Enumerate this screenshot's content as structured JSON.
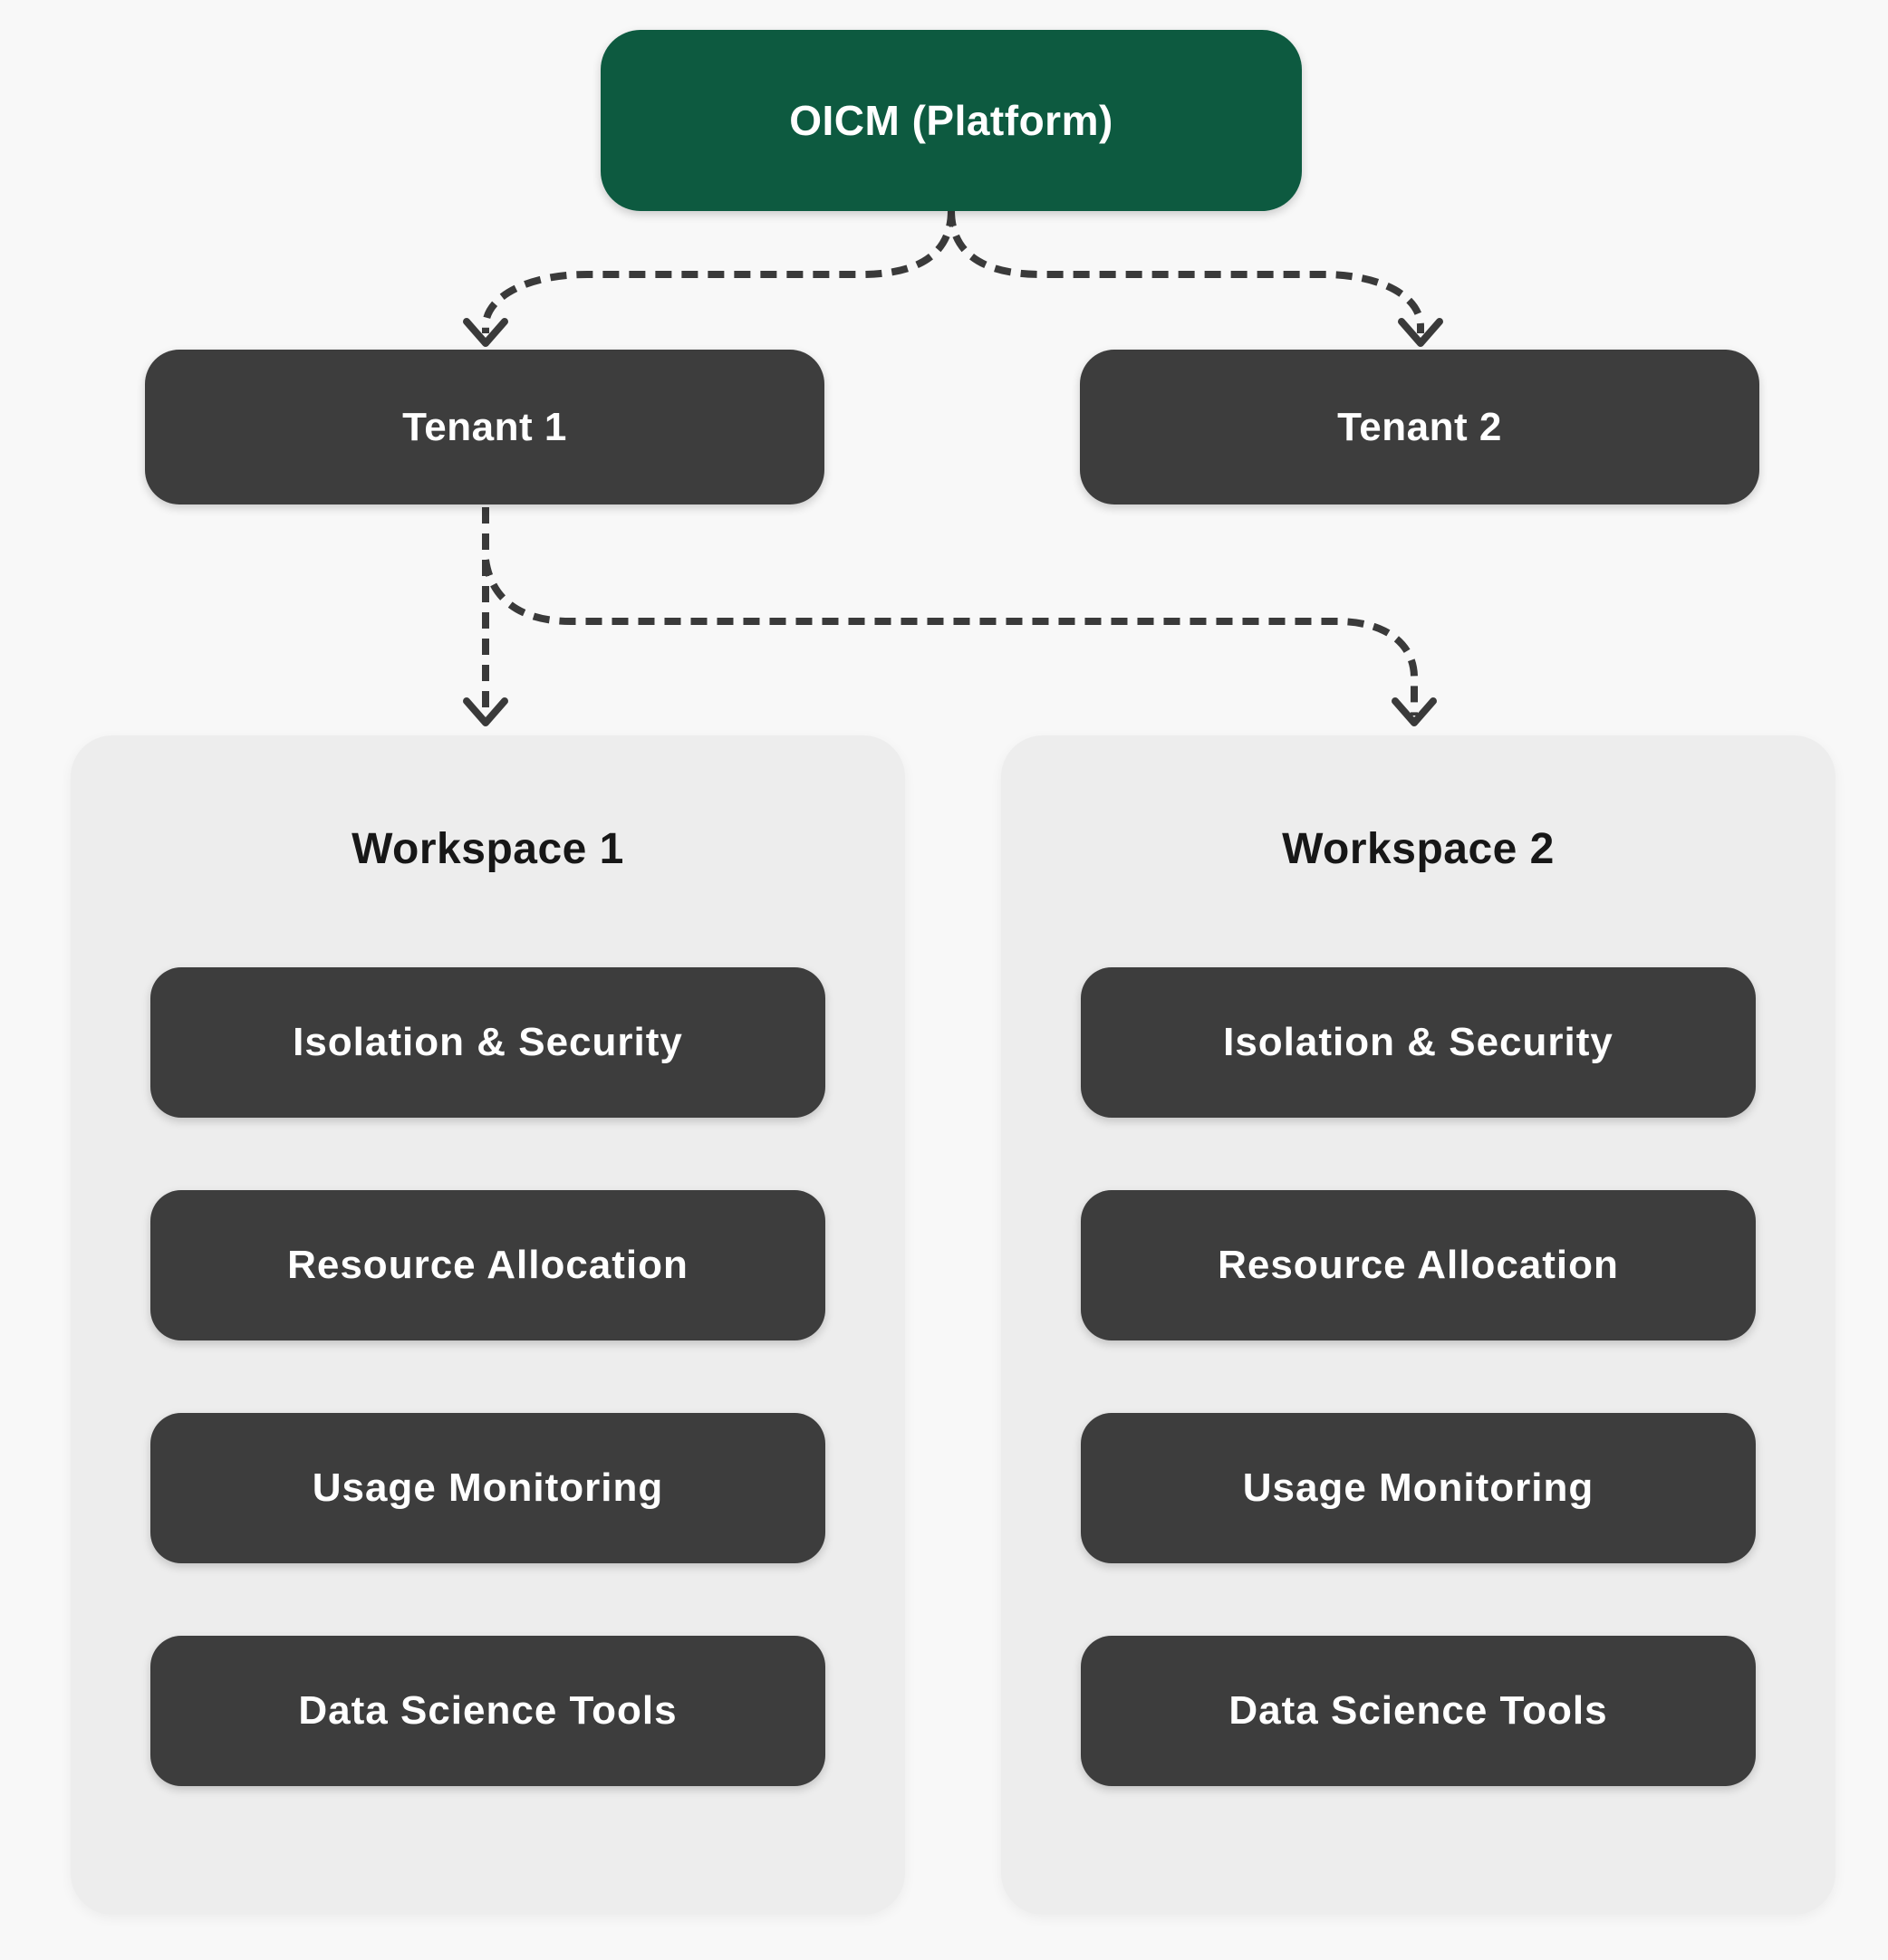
{
  "colors": {
    "canvas_bg": "#f8f8f8",
    "panel_bg": "#ededed",
    "node_bg": "#3d3d3d",
    "root_bg": "#0d5a40",
    "arrow": "#3a3a3a",
    "node_text": "#ffffff",
    "title_text": "#171717"
  },
  "root": {
    "label": "OICM (Platform)"
  },
  "tenants": [
    {
      "label": "Tenant 1"
    },
    {
      "label": "Tenant 2"
    }
  ],
  "workspaces": [
    {
      "title": "Workspace 1",
      "items": [
        "Isolation & Security",
        "Resource Allocation",
        "Usage Monitoring",
        "Data Science Tools"
      ]
    },
    {
      "title": "Workspace 2",
      "items": [
        "Isolation & Security",
        "Resource Allocation",
        "Usage Monitoring",
        "Data Science Tools"
      ]
    }
  ]
}
